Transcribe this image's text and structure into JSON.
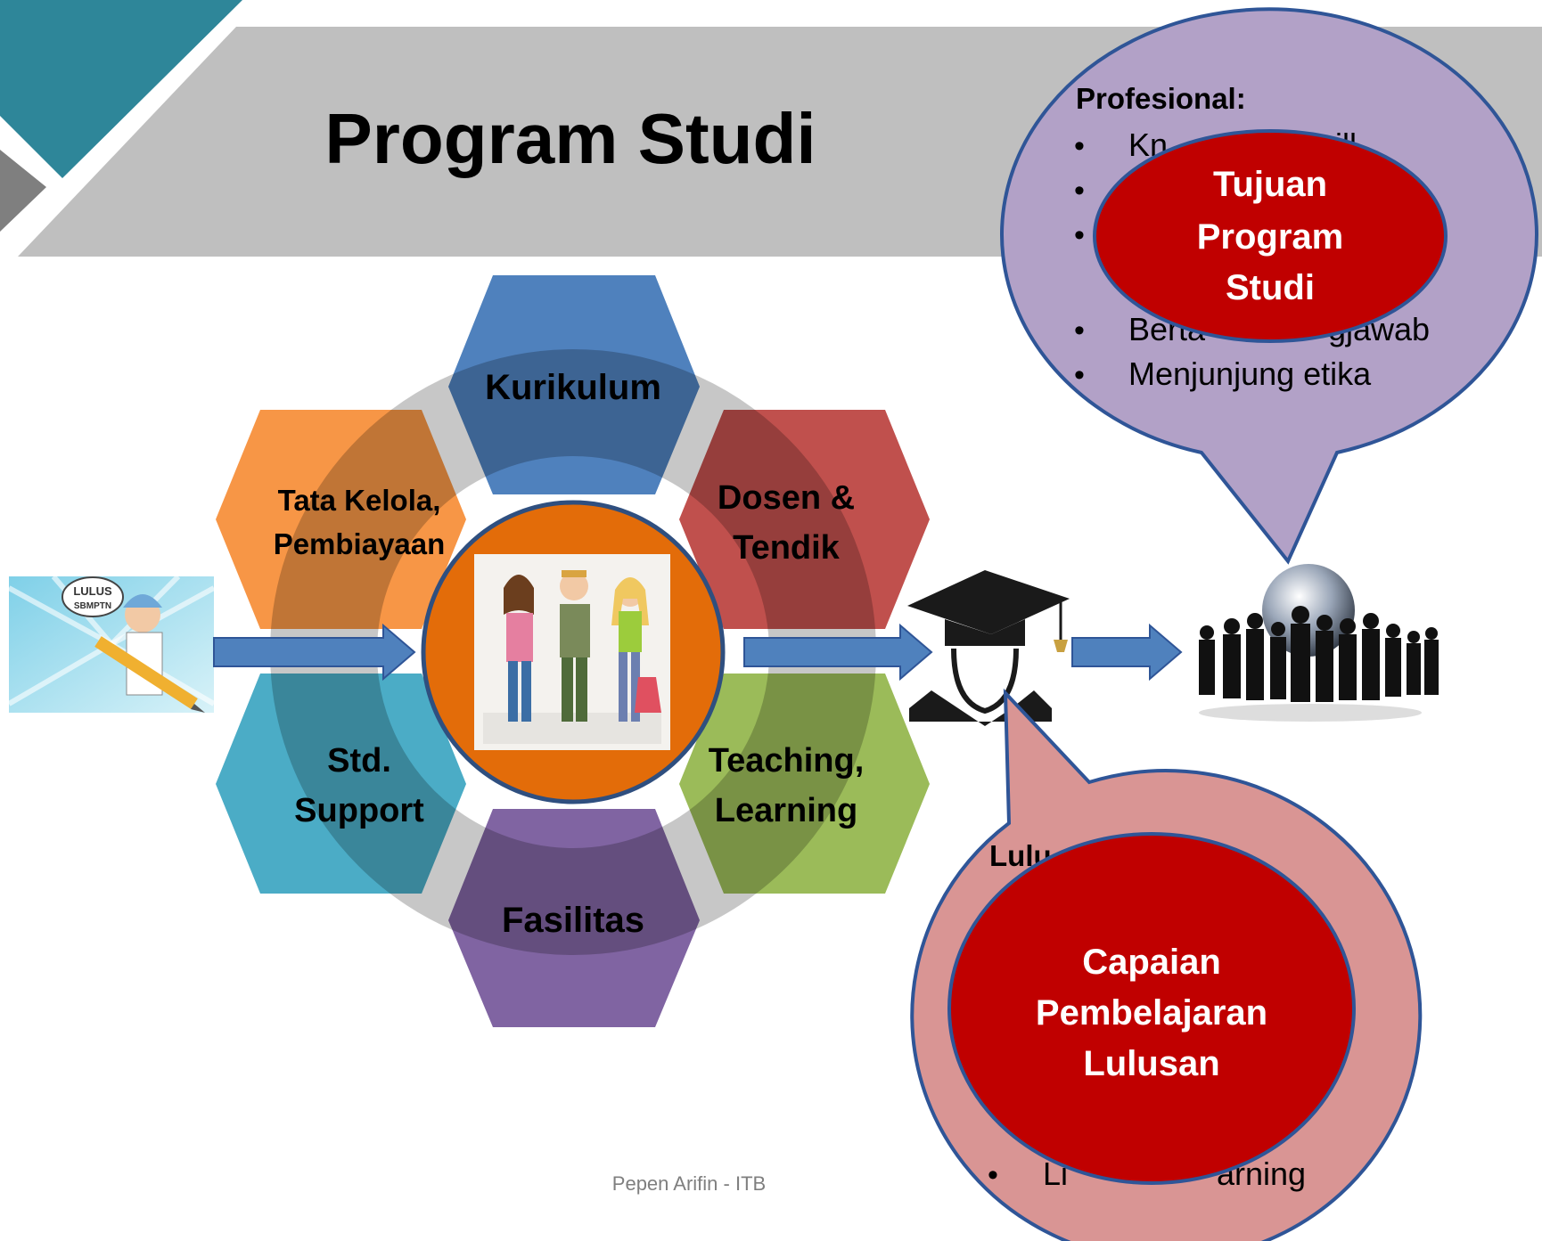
{
  "slide": {
    "title": "Program Studi",
    "footer": "Pepen Arifin - ITB"
  },
  "hexagons": {
    "top": "Kurikulum",
    "upper_right": [
      "Dosen &",
      "Tendik"
    ],
    "lower_right": [
      "Teaching,",
      "Learning"
    ],
    "bottom": "Fasilitas",
    "lower_left": [
      "Std.",
      "Support"
    ],
    "upper_left": [
      "Tata Kelola,",
      "Pembiayaan"
    ]
  },
  "left_image": {
    "speech": [
      "LULUS",
      "SBMPTN"
    ]
  },
  "callout_top": {
    "heading": "Profesional:",
    "items": [
      "Kn",
      "ill",
      "Berta",
      "gjawab",
      "Menjunjung etika"
    ],
    "oval": [
      "Tujuan",
      "Program",
      "Studi"
    ]
  },
  "callout_bottom": {
    "heading": "Lulu",
    "items": [
      "Li",
      "arning"
    ],
    "oval": [
      "Capaian",
      "Pembelajaran",
      "Lulusan"
    ]
  },
  "colors": {
    "title_bar": "#bfbfbf",
    "teal_corner": "#2e8699",
    "kurikulum": "#4f81bd",
    "dosen": "#c0504d",
    "teaching": "#9bbb59",
    "fasilitas": "#8064a2",
    "support": "#4bacc6",
    "tata_kelola": "#f79646",
    "center": "#e36c09",
    "arrow": "#4f81bd",
    "callout_top": "#b2a1c7",
    "callout_bottom": "#d99594",
    "oval_red": "#c00000"
  }
}
